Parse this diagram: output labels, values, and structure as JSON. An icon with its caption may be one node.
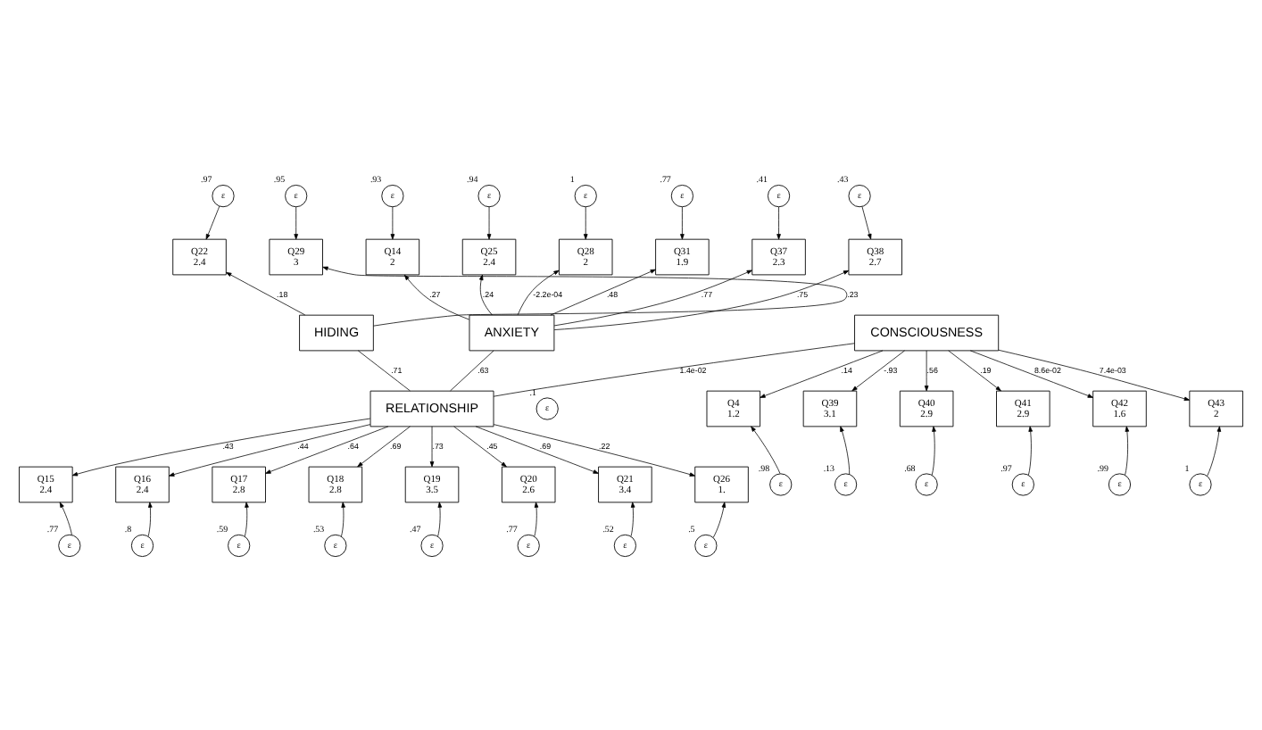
{
  "diagram": {
    "nodes": [
      {
        "text": [
          "ε"
        ],
        "beside": [
          ".97"
        ]
      },
      {
        "text": [
          "ε"
        ],
        "beside": [
          ".95"
        ]
      },
      {
        "text": [
          "ε"
        ],
        "beside": [
          ".93"
        ]
      },
      {
        "text": [
          "ε"
        ],
        "beside": [
          ".94"
        ]
      },
      {
        "text": [
          "ε"
        ],
        "beside": [
          "1"
        ]
      },
      {
        "text": [
          "ε"
        ],
        "beside": [
          ".77"
        ]
      },
      {
        "text": [
          "ε"
        ],
        "beside": [
          ".41"
        ]
      },
      {
        "text": [
          "ε"
        ],
        "beside": [
          ".43"
        ]
      },
      {
        "text": [
          "Q22",
          "2.4"
        ]
      },
      {
        "text": [
          "Q29",
          "3"
        ]
      },
      {
        "text": [
          "Q14",
          "2"
        ]
      },
      {
        "text": [
          "Q25",
          "2.4"
        ]
      },
      {
        "text": [
          "Q28",
          "2"
        ]
      },
      {
        "text": [
          "Q31",
          "1.9"
        ]
      },
      {
        "text": [
          "Q37",
          "2.3"
        ]
      },
      {
        "text": [
          "Q38",
          "2.7"
        ]
      },
      {
        "text": [
          "HIDING"
        ]
      },
      {
        "text": [
          "ANXIETY"
        ]
      },
      {
        "text": [
          "CONSCIOUSNESS"
        ]
      },
      {
        "text": [
          "Q4",
          "1.2"
        ]
      },
      {
        "text": [
          "Q39",
          "3.1"
        ]
      },
      {
        "text": [
          "Q40",
          "2.9"
        ]
      },
      {
        "text": [
          "Q41",
          "2.9"
        ]
      },
      {
        "text": [
          "Q42",
          "1.6"
        ]
      },
      {
        "text": [
          "Q43",
          "2"
        ]
      },
      {
        "text": [
          "ε"
        ],
        "beside": [
          ".98"
        ]
      },
      {
        "text": [
          "ε"
        ],
        "beside": [
          ".13"
        ]
      },
      {
        "text": [
          "ε"
        ],
        "beside": [
          ".68"
        ]
      },
      {
        "text": [
          "ε"
        ],
        "beside": [
          ".97"
        ]
      },
      {
        "text": [
          "ε"
        ],
        "beside": [
          ".99"
        ]
      },
      {
        "text": [
          "ε"
        ],
        "beside": [
          "1"
        ]
      },
      {
        "text": [
          "RELATIONSHIP"
        ]
      },
      {
        "text": [
          "ε"
        ],
        "beside": [
          ".1"
        ]
      },
      {
        "text": [
          "Q15",
          "2.4"
        ]
      },
      {
        "text": [
          "Q16",
          "2.4"
        ]
      },
      {
        "text": [
          "Q17",
          "2.8"
        ]
      },
      {
        "text": [
          "Q18",
          "2.8"
        ]
      },
      {
        "text": [
          "Q19",
          "3.5"
        ]
      },
      {
        "text": [
          "Q20",
          "2.6"
        ]
      },
      {
        "text": [
          "Q21",
          "3.4"
        ]
      },
      {
        "text": [
          "Q26",
          "1."
        ]
      },
      {
        "text": [
          "ε"
        ],
        "beside": [
          ".77"
        ]
      },
      {
        "text": [
          "ε"
        ],
        "beside": [
          ".8"
        ]
      },
      {
        "text": [
          "ε"
        ],
        "beside": [
          ".59"
        ]
      },
      {
        "text": [
          "ε"
        ],
        "beside": [
          ".53"
        ]
      },
      {
        "text": [
          "ε"
        ],
        "beside": [
          ".47"
        ]
      },
      {
        "text": [
          "ε"
        ],
        "beside": [
          ".77"
        ]
      },
      {
        "text": [
          "ε"
        ],
        "beside": [
          ".52"
        ]
      },
      {
        "text": [
          "ε"
        ],
        "beside": [
          ".5"
        ]
      }
    ],
    "edges": [
      {
        "from": 0,
        "to": 8,
        "arrow": "to"
      },
      {
        "from": 1,
        "to": 9,
        "arrow": "to"
      },
      {
        "from": 2,
        "to": 10,
        "arrow": "to"
      },
      {
        "from": 3,
        "to": 11,
        "arrow": "to"
      },
      {
        "from": 4,
        "to": 12,
        "arrow": "to"
      },
      {
        "from": 5,
        "to": 13,
        "arrow": "to"
      },
      {
        "from": 6,
        "to": 14,
        "arrow": "to"
      },
      {
        "from": 7,
        "to": 15,
        "arrow": "to"
      },
      {
        "from": 16,
        "to": 8,
        "arrow": "to",
        "label": ".18"
      },
      {
        "from": 16,
        "to": 9,
        "arrow": "to",
        "label": ".23"
      },
      {
        "from": 17,
        "to": 10,
        "arrow": "to",
        "label": ".27"
      },
      {
        "from": 17,
        "to": 11,
        "arrow": "to",
        "label": ".24"
      },
      {
        "from": 17,
        "to": 12,
        "arrow": "to",
        "label": "-2.2e-04"
      },
      {
        "from": 17,
        "to": 13,
        "arrow": "to",
        "label": ".48"
      },
      {
        "from": 17,
        "to": 14,
        "arrow": "to",
        "label": ".77"
      },
      {
        "from": 17,
        "to": 15,
        "arrow": "to",
        "label": ".75"
      },
      {
        "from": 16,
        "to": 31,
        "arrow": "none",
        "label": ".71"
      },
      {
        "from": 17,
        "to": 31,
        "arrow": "none",
        "label": ".63"
      },
      {
        "from": 18,
        "to": 19,
        "arrow": "to",
        "label": ".14"
      },
      {
        "from": 18,
        "to": 20,
        "arrow": "to",
        "label": "-.93"
      },
      {
        "from": 18,
        "to": 21,
        "arrow": "to",
        "label": ".56"
      },
      {
        "from": 18,
        "to": 22,
        "arrow": "to",
        "label": ".19"
      },
      {
        "from": 18,
        "to": 23,
        "arrow": "to",
        "label": "8.6e-02"
      },
      {
        "from": 18,
        "to": 24,
        "arrow": "to",
        "label": "7.4e-03"
      },
      {
        "from": 18,
        "to": 31,
        "arrow": "none",
        "label": "1.4e-02"
      },
      {
        "from": 25,
        "to": 19,
        "arrow": "to"
      },
      {
        "from": 26,
        "to": 20,
        "arrow": "to"
      },
      {
        "from": 27,
        "to": 21,
        "arrow": "to"
      },
      {
        "from": 28,
        "to": 22,
        "arrow": "to"
      },
      {
        "from": 29,
        "to": 23,
        "arrow": "to"
      },
      {
        "from": 30,
        "to": 24,
        "arrow": "to"
      },
      {
        "from": 31,
        "to": 33,
        "arrow": "to",
        "label": ".43"
      },
      {
        "from": 31,
        "to": 34,
        "arrow": "to",
        "label": ".44"
      },
      {
        "from": 31,
        "to": 35,
        "arrow": "to",
        "label": ".64"
      },
      {
        "from": 31,
        "to": 36,
        "arrow": "to",
        "label": ".69"
      },
      {
        "from": 31,
        "to": 37,
        "arrow": "to",
        "label": ".73"
      },
      {
        "from": 31,
        "to": 38,
        "arrow": "to",
        "label": ".45"
      },
      {
        "from": 31,
        "to": 39,
        "arrow": "to",
        "label": ".69"
      },
      {
        "from": 31,
        "to": 40,
        "arrow": "to",
        "label": ".22"
      },
      {
        "from": 41,
        "to": 33,
        "arrow": "to"
      },
      {
        "from": 42,
        "to": 34,
        "arrow": "to"
      },
      {
        "from": 43,
        "to": 35,
        "arrow": "to"
      },
      {
        "from": 44,
        "to": 36,
        "arrow": "to"
      },
      {
        "from": 45,
        "to": 37,
        "arrow": "to"
      },
      {
        "from": 46,
        "to": 38,
        "arrow": "to"
      },
      {
        "from": 47,
        "to": 39,
        "arrow": "to"
      },
      {
        "from": 48,
        "to": 40,
        "arrow": "to"
      }
    ]
  }
}
